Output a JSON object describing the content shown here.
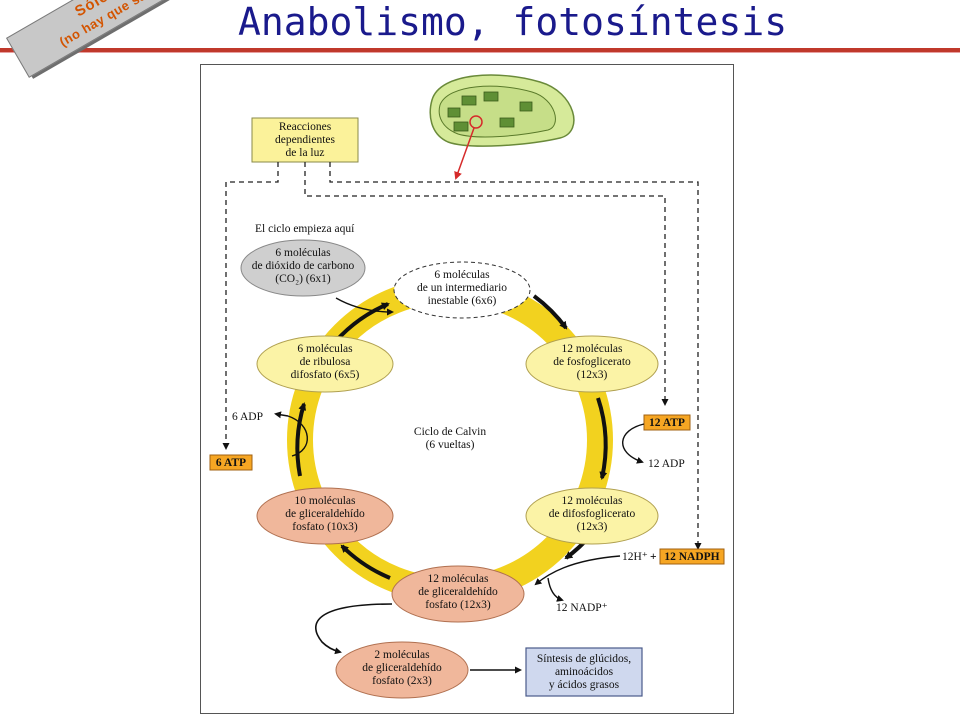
{
  "header": {
    "title": "Anabolismo, fotosíntesis",
    "banner_line1": "Sólo la idea",
    "banner_line2": "(no hay que sabérselo)"
  },
  "diagram": {
    "light_box": [
      "Reacciones",
      "dependientes",
      "de la luz"
    ],
    "start_label": "El ciclo empieza aquí",
    "center": [
      "Ciclo de Calvin",
      "(6 vueltas)"
    ],
    "nodes": {
      "co2": [
        "6 moléculas",
        "de dióxido de carbono",
        "(CO₂) (6x1)"
      ],
      "intermediate": [
        "6 moléculas",
        "de un intermediario",
        "inestable (6x6)"
      ],
      "pga": [
        "12 moléculas",
        "de fosfoglicerato",
        "(12x3)"
      ],
      "bpg": [
        "12 moléculas",
        "de difosfoglicerato",
        "(12x3)"
      ],
      "g3p12": [
        "12 moléculas",
        "de gliceraldehído",
        "fosfato (12x3)"
      ],
      "g3p10": [
        "10 moléculas",
        "de gliceraldehído",
        "fosfato (10x3)"
      ],
      "rubp": [
        "6 moléculas",
        "de ribulosa",
        "difosfato (6x5)"
      ],
      "g3p2": [
        "2 moléculas",
        "de gliceraldehído",
        "fosfato (2x3)"
      ]
    },
    "synthesis": [
      "Síntesis de glúcidos,",
      "aminoácidos",
      "y ácidos grasos"
    ],
    "atp12": "12 ATP",
    "adp12": "12 ADP",
    "nadph12": "12 NADPH",
    "h12": "12H⁺",
    "plus": "+",
    "nadp12": "12 NADP⁺",
    "atp6": "6 ATP",
    "adp6": "6 ADP",
    "colors": {
      "ring": "#f2d21f",
      "yellow_node": "#fbf3a6",
      "salmon_node": "#f0b79b",
      "gray_node": "#cfcfcf",
      "orange_box": "#f6a623",
      "synthesis_box": "#cfd8ee"
    }
  }
}
